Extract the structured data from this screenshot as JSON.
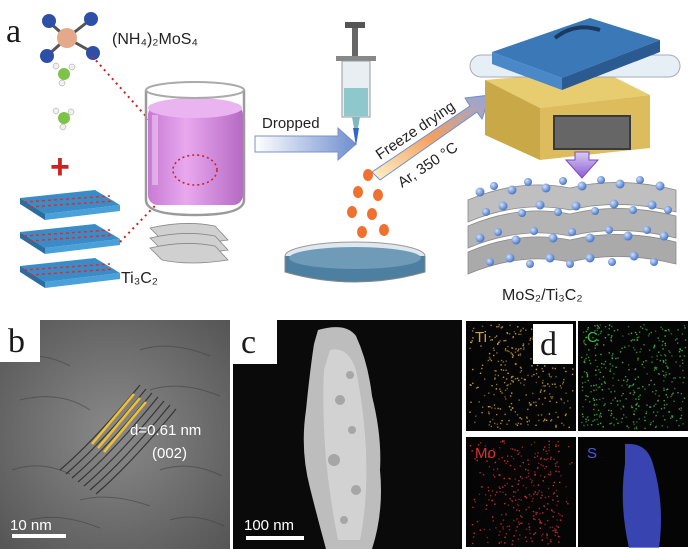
{
  "panel_a": {
    "letter": "a",
    "precursor_formula": "(NH₄)₂MoS₄",
    "plus_sign": "+",
    "substrate_label": "Ti₃C₂",
    "step1_label": "Dropped",
    "step2_label": "Freeze drying",
    "step3_label": "Ar, 350 °C",
    "product_label": "MoS₂/Ti₃C₂"
  },
  "panel_b": {
    "letter": "b",
    "d_spacing": "d=0.61 nm",
    "plane": "(002)",
    "scale_bar": "10 nm"
  },
  "panel_c": {
    "letter": "c",
    "scale_bar": "100 nm"
  },
  "panel_d": {
    "letter": "d",
    "maps": [
      {
        "element": "Ti",
        "color": "#d6a33a"
      },
      {
        "element": "C",
        "color": "#3dbb3d"
      },
      {
        "element": "Mo",
        "color": "#e03030"
      },
      {
        "element": "S",
        "color": "#4a5ae8"
      }
    ]
  },
  "colors": {
    "solution": "#d98ee0",
    "mo_atom": "#e8b090",
    "s_atom": "#3355bb",
    "n_atom": "#7fc24a",
    "arrow": "#8fa6d8",
    "red_dotted": "#cc2222",
    "droplet": "#f07030",
    "bead": "#5a8fd6",
    "furnace_lid": "#3a78b8",
    "furnace_body": "#d8b860",
    "d_marker": "#f2c12e"
  }
}
